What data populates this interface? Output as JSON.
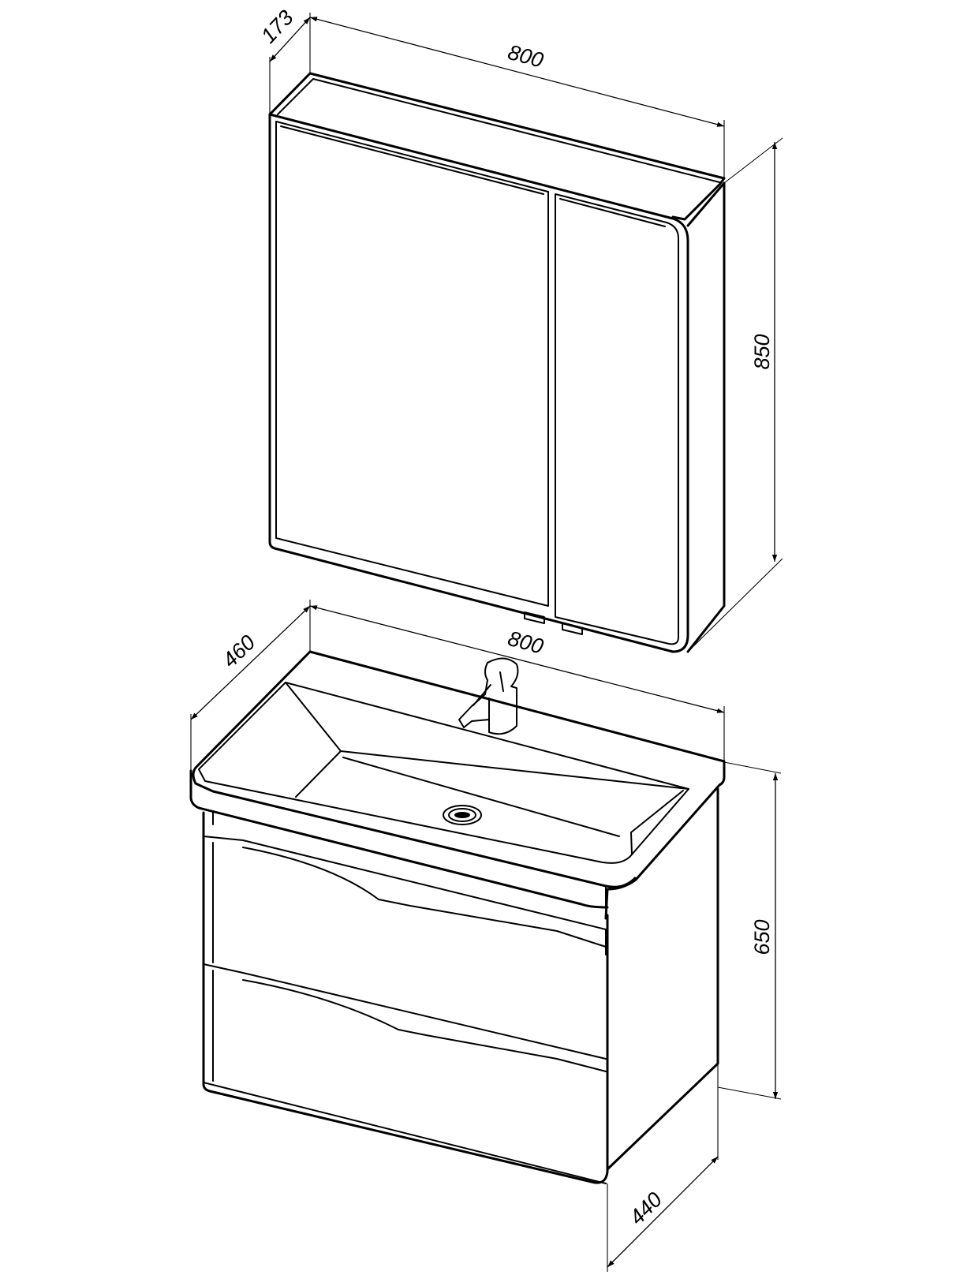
{
  "dimensions": {
    "cabinet_depth": "173",
    "cabinet_width": "800",
    "cabinet_height": "850",
    "basin_depth": "460",
    "basin_width": "800",
    "vanity_height": "650",
    "vanity_depth": "440"
  }
}
